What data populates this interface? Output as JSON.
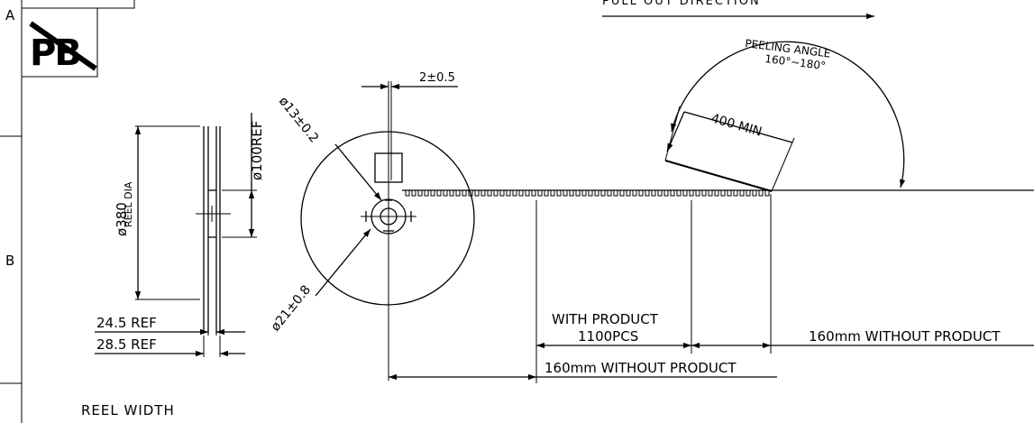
{
  "frame": {
    "zone_a": "A",
    "zone_b": "B",
    "logo_text": "PB"
  },
  "pull_direction": "PULL OUT DIRECTION",
  "peeling": {
    "line1": "PEELING ANGLE",
    "line2": "160°~180°",
    "leader_length": "400 MIN"
  },
  "side_view": {
    "reel_dia": "ø380",
    "reel_dia_caption": "REEL DIA",
    "hub_dia": "ø100REF",
    "inner_width": "24.5 REF",
    "outer_width": "28.5 REF",
    "caption": "REEL WIDTH"
  },
  "front_view": {
    "slot_width": "2±0.5",
    "arbor_hole": "ø13±0.2",
    "hub_hole": "ø21±0.8"
  },
  "tape": {
    "with_product_line1": "WITH PRODUCT",
    "with_product_line2": "1100PCS",
    "leader_trailer": "160mm WITHOUT PRODUCT",
    "leader_end": "160mm WITHOUT PRODUCT"
  }
}
